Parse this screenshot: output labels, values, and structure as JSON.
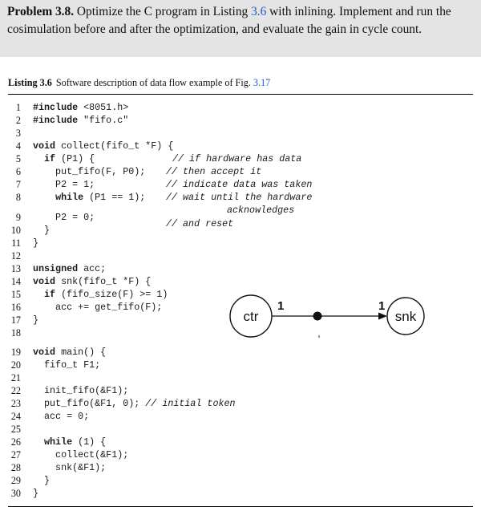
{
  "problem": {
    "label": "Problem 3.8.",
    "text_before_ref": " Optimize the C program in Listing ",
    "listing_ref": "3.6",
    "text_after_ref": " with inlining. Implement and run the cosimulation before and after the optimization, and evaluate the gain in cycle count."
  },
  "listing": {
    "label": "Listing 3.6",
    "caption_text": "Software description of data flow example of Fig. ",
    "figure_ref": "3.17"
  },
  "code_lines": [
    {
      "num": "1",
      "parts": [
        {
          "t": "#include",
          "kw": true
        },
        {
          "t": " <8051.h>"
        }
      ]
    },
    {
      "num": "2",
      "parts": [
        {
          "t": "#include",
          "kw": true
        },
        {
          "t": " \"fifo.c\""
        }
      ]
    },
    {
      "num": "3",
      "parts": []
    },
    {
      "num": "4",
      "parts": [
        {
          "t": "void",
          "kw": true
        },
        {
          "t": " collect(fifo_t *F) {"
        }
      ]
    },
    {
      "num": "5",
      "parts": [
        {
          "t": "  "
        },
        {
          "t": "if",
          "kw": true
        },
        {
          "t": " (P1) {"
        }
      ]
    },
    {
      "num": "6",
      "parts": [
        {
          "t": "    put_fifo(F, P0);"
        }
      ]
    },
    {
      "num": "7",
      "parts": [
        {
          "t": "    P2 = 1;"
        }
      ]
    },
    {
      "num": "8",
      "parts": [
        {
          "t": "    "
        },
        {
          "t": "while",
          "kw": true
        },
        {
          "t": " (P1 == 1);"
        }
      ]
    },
    {
      "num": "9",
      "parts": [
        {
          "t": "    P2 = 0;"
        }
      ]
    },
    {
      "num": "10",
      "parts": [
        {
          "t": "  }"
        }
      ]
    },
    {
      "num": "11",
      "parts": [
        {
          "t": "}"
        }
      ]
    },
    {
      "num": "12",
      "parts": []
    },
    {
      "num": "13",
      "parts": [
        {
          "t": "unsigned",
          "kw": true
        },
        {
          "t": " acc;"
        }
      ]
    },
    {
      "num": "14",
      "parts": [
        {
          "t": "void",
          "kw": true
        },
        {
          "t": " snk(fifo_t *F) {"
        }
      ]
    },
    {
      "num": "15",
      "parts": [
        {
          "t": "  "
        },
        {
          "t": "if",
          "kw": true
        },
        {
          "t": " (fifo_size(F) >= 1)"
        }
      ]
    },
    {
      "num": "16",
      "parts": [
        {
          "t": "    acc += get_fifo(F);"
        }
      ]
    },
    {
      "num": "17",
      "parts": [
        {
          "t": "}"
        }
      ]
    },
    {
      "num": "18",
      "parts": []
    },
    {
      "num": "19",
      "parts": [
        {
          "t": "void",
          "kw": true
        },
        {
          "t": " main() {"
        }
      ]
    },
    {
      "num": "20",
      "parts": [
        {
          "t": "  fifo_t F1;"
        }
      ]
    },
    {
      "num": "21",
      "parts": []
    },
    {
      "num": "22",
      "parts": [
        {
          "t": "  init_fifo(&F1);"
        }
      ]
    },
    {
      "num": "23",
      "parts": [
        {
          "t": "  put_fifo(&F1, 0); "
        },
        {
          "t": "// initial token",
          "it": true
        }
      ]
    },
    {
      "num": "24",
      "parts": [
        {
          "t": "  acc = 0;"
        }
      ]
    },
    {
      "num": "25",
      "parts": []
    },
    {
      "num": "26",
      "parts": [
        {
          "t": "  "
        },
        {
          "t": "while",
          "kw": true
        },
        {
          "t": " (1) {"
        }
      ]
    },
    {
      "num": "27",
      "parts": [
        {
          "t": "    collect(&F1);"
        }
      ]
    },
    {
      "num": "28",
      "parts": [
        {
          "t": "    snk(&F1);"
        }
      ]
    },
    {
      "num": "29",
      "parts": [
        {
          "t": "  }"
        }
      ]
    },
    {
      "num": "30",
      "parts": [
        {
          "t": "}"
        }
      ]
    }
  ],
  "comments": [
    {
      "line": "5",
      "text": "// if hardware has data"
    },
    {
      "line": "6",
      "text": "//  then accept it"
    },
    {
      "line": "7",
      "text": "//    indicate data was taken"
    },
    {
      "line": "8",
      "text": "//    wait until the hardware"
    },
    {
      "line": "8b",
      "text": "acknowledges"
    },
    {
      "line": "9",
      "text": "//    and reset"
    }
  ],
  "diagram": {
    "source_node": "ctr",
    "sink_node": "snk",
    "source_rate": "1",
    "sink_rate": "1"
  }
}
